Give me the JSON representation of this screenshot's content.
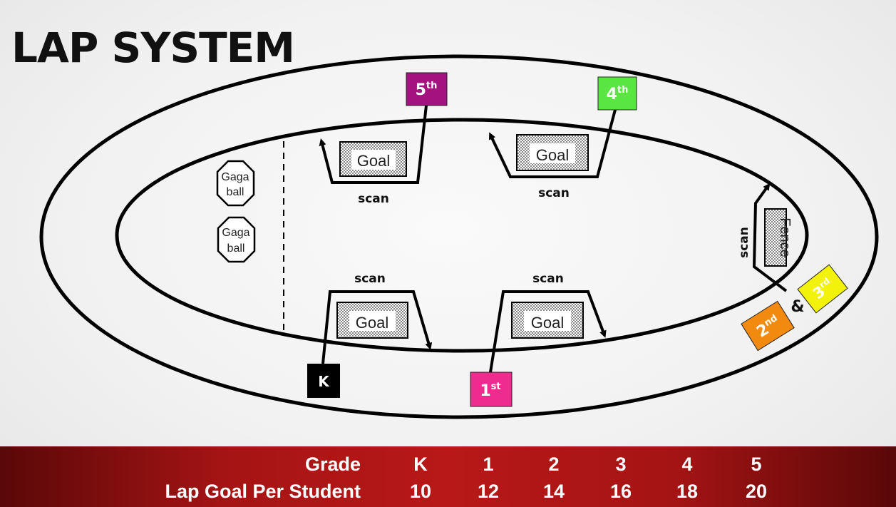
{
  "title": "LAP SYSTEM",
  "gaga": [
    {
      "line1": "Gaga",
      "line2": "ball"
    },
    {
      "line1": "Gaga",
      "line2": "ball"
    }
  ],
  "goal_label": "Goal",
  "scan_label": "scan",
  "fence_label": "Fence",
  "ampersand": "&",
  "grade_tags": {
    "k": {
      "base": "K",
      "sup": "",
      "color": "#000000"
    },
    "g1": {
      "base": "1",
      "sup": "st",
      "color": "#ee2b8f"
    },
    "g2": {
      "base": "2",
      "sup": "nd",
      "color": "#f18a0f"
    },
    "g3": {
      "base": "3",
      "sup": "rd",
      "color": "#f2f20a"
    },
    "g4": {
      "base": "4",
      "sup": "th",
      "color": "#5ae640"
    },
    "g5": {
      "base": "5",
      "sup": "th",
      "color": "#a3127f"
    }
  },
  "table": {
    "header_label": "Grade",
    "row_label": "Lap Goal Per Student",
    "grades": [
      "K",
      "1",
      "2",
      "3",
      "4",
      "5"
    ],
    "goals": [
      "10",
      "12",
      "14",
      "16",
      "18",
      "20"
    ]
  },
  "colors": {
    "footer_red": "#b81818",
    "track": "#000000"
  }
}
